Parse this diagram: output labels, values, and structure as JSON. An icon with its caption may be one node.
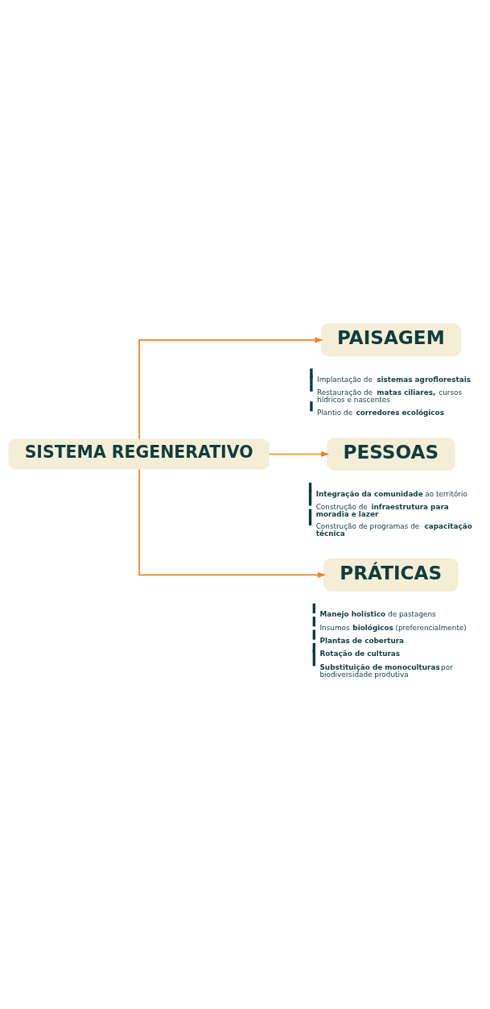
{
  "diagram": {
    "nodes": [
      {
        "text": [
          "SISTEMA REGENERATIVO"
        ]
      },
      {
        "text": [
          "PAISAGEM"
        ],
        "beside": [
          "Implantação de **sistemas agroflorestais**",
          "Restauração de **matas ciliares,** cursos hídricos e nascentes",
          "Plantio de **corredores ecológicos**"
        ]
      },
      {
        "text": [
          "PESSOAS"
        ],
        "beside": [
          "**Integração da comunidade** ao território",
          "Construção de **infraestrutura para moradia e lazer**",
          "Construção de programas de **capacitação técnica**"
        ]
      },
      {
        "text": [
          "PRÁTICAS"
        ],
        "beside": [
          "**Manejo holístico** de pastagens",
          "Insumos **biológicos** (preferencialmente)",
          "**Plantas de cobertura**",
          "**Rotação de culturas**",
          "**Substituição de monoculturas** por biodiversidade produtiva"
        ]
      }
    ],
    "edges": [
      {
        "from": 0,
        "to": 1,
        "arrow": "to"
      },
      {
        "from": 0,
        "to": 2,
        "arrow": "to"
      },
      {
        "from": 0,
        "to": 3,
        "arrow": "to"
      }
    ]
  }
}
